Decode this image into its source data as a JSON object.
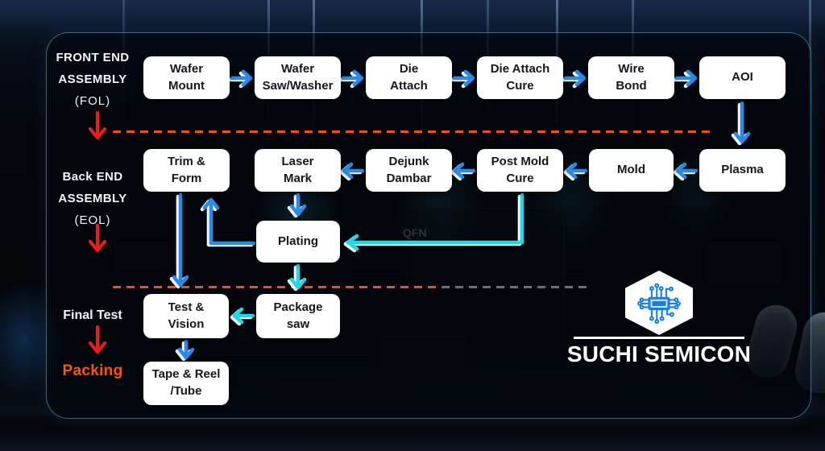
{
  "colors": {
    "arrow_blue": "#2b8ae6",
    "arrow_cyan": "#22d7e6",
    "arrow_red": "#e51f1c",
    "dash_orange": "#ef520e",
    "dash_gray": "#8b939b",
    "packing_orange": "#f5570f",
    "logo_blue": "#1a7fe0",
    "box_text": "#16161f"
  },
  "stages": {
    "front_end": {
      "line1": "FRONT END",
      "line2": "ASSEMBLY",
      "line3": "(FOL)"
    },
    "back_end": {
      "line1": "Back END",
      "line2": "ASSEMBLY",
      "line3": "(EOL)"
    },
    "final_test": {
      "label": "Final Test"
    },
    "packing": {
      "label": "Packing"
    }
  },
  "boxes": {
    "wafer_mount": "Wafer\nMount",
    "wafer_saw": "Wafer\nSaw/Washer",
    "die_attach": "Die\nAttach",
    "die_attach_cure": "Die Attach\nCure",
    "wire_bond": "Wire\nBond",
    "aoi": "AOI",
    "trim_form": "Trim &\nForm",
    "laser_mark": "Laser\nMark",
    "dejunk_dambar": "Dejunk\nDambar",
    "post_mold_cure": "Post Mold\nCure",
    "mold": "Mold",
    "plasma": "Plasma",
    "plating": "Plating",
    "test_vision": "Test &\nVision",
    "package_saw": "Package\nsaw",
    "tape_reel": "Tape & Reel\n/Tube"
  },
  "annotations": {
    "qfn": "QFN"
  },
  "logo": {
    "company": "SUCHI SEMICON",
    "icon": "chip-icon"
  }
}
